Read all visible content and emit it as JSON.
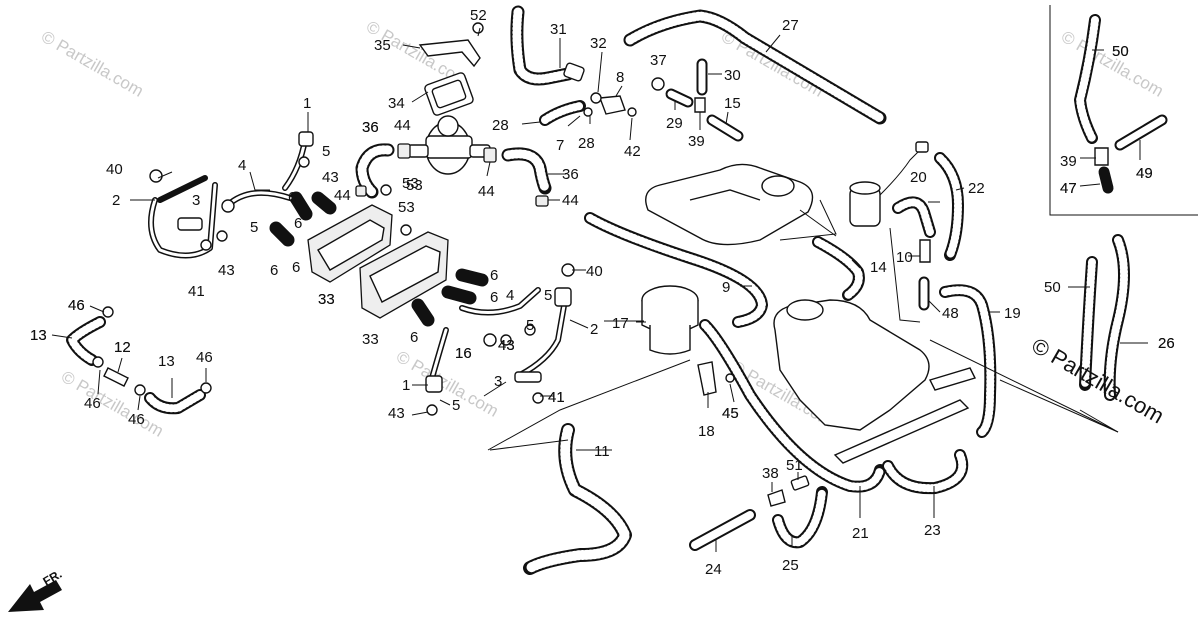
{
  "diagram": {
    "watermark": "© Partzilla.com",
    "copyright": "© Partzilla.com",
    "direction_label": "FR."
  },
  "callouts": [
    "1",
    "2",
    "3",
    "4",
    "5",
    "6",
    "8",
    "9",
    "10",
    "11",
    "12",
    "13",
    "14",
    "15",
    "16",
    "17",
    "18",
    "19",
    "20",
    "21",
    "22",
    "23",
    "24",
    "25",
    "26",
    "27",
    "28",
    "29",
    "30",
    "31",
    "32",
    "33",
    "34",
    "35",
    "36",
    "37",
    "38",
    "39",
    "40",
    "41",
    "42",
    "43",
    "44",
    "45",
    "46",
    "47",
    "48",
    "49",
    "50",
    "51",
    "52",
    "53",
    "7"
  ],
  "callout_extra": [
    "43",
    "5",
    "6",
    "6",
    "6",
    "6",
    "6",
    "6",
    "5",
    "43",
    "1",
    "5",
    "43",
    "41",
    "40",
    "2",
    "4",
    "5",
    "16",
    "43",
    "3",
    "41",
    "53",
    "53",
    "44",
    "44",
    "36",
    "28",
    "44",
    "36",
    "46",
    "46",
    "46",
    "46",
    "13",
    "13",
    "12",
    "33",
    "33",
    "39",
    "47",
    "49",
    "50",
    "50",
    "26",
    "45"
  ]
}
